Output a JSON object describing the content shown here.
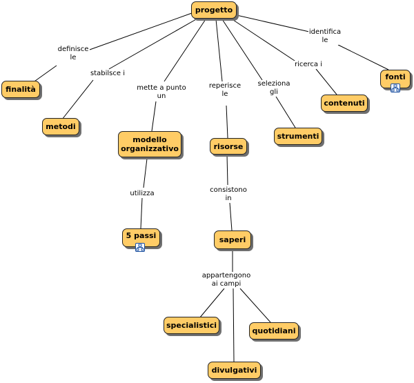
{
  "nodes": {
    "progetto": "progetto",
    "finalita": "finalità",
    "metodi": "metodi",
    "modello": "modello\norganizzativo",
    "risorse": "risorse",
    "strumenti": "strumenti",
    "contenuti": "contenuti",
    "fonti": "fonti",
    "cinque_passi": "5 passi",
    "saperi": "saperi",
    "specialistici": "specialistici",
    "divulgativi": "divulgativi",
    "quotidiani": "quotidiani"
  },
  "links": {
    "definisce": "definisce\nle",
    "stabilisce": "stabilsce i",
    "mette_a_punto": "mette a punto\nun",
    "reperisce": "reperisce\nle",
    "seleziona": "seleziona\ngli",
    "ricerca": "ricerca i",
    "identifica": "identifica\nle",
    "utilizza": "utilizza",
    "consistono": "consistono\nin",
    "appartengono": "appartengono\nai campi"
  },
  "icons": {
    "submap": "concept-map-link-icon"
  }
}
